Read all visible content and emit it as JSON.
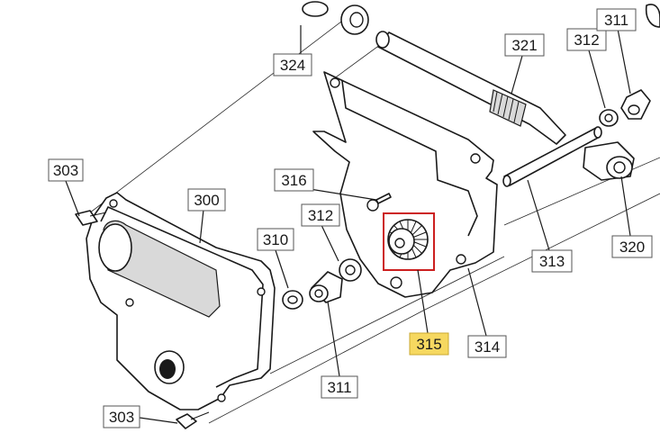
{
  "accent_color": "#cc1f1f",
  "highlight_color": "#f6d860",
  "callouts": {
    "p300": "300",
    "p303_top": "303",
    "p303_bottom": "303",
    "p310": "310",
    "p311_left": "311",
    "p311_right": "311",
    "p312_left": "312",
    "p312_right": "312",
    "p313": "313",
    "p314": "314",
    "p315": "315",
    "p316": "316",
    "p320": "320",
    "p321": "321",
    "p324": "324"
  }
}
